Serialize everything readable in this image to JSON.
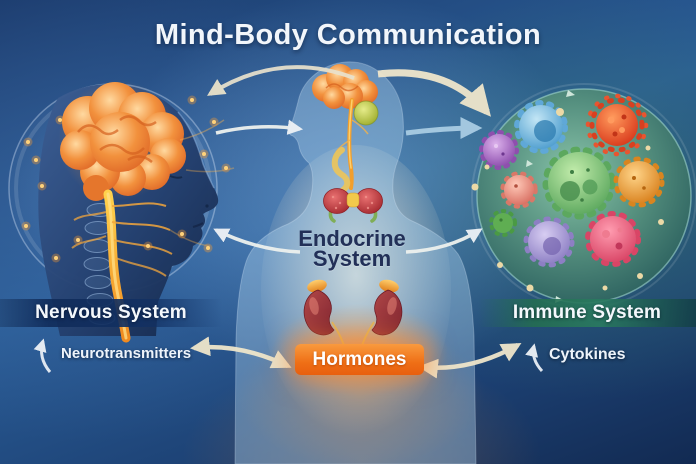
{
  "title": "Mind-Body Communication",
  "systems": {
    "nervous": {
      "label": "Nervous System",
      "messenger": "Neurotransmitters"
    },
    "endocrine": {
      "label_line1": "Endocrine",
      "label_line2": "System",
      "messenger": "Hormones"
    },
    "immune": {
      "label": "Immune System",
      "messenger": "Cytokines"
    }
  },
  "colors": {
    "background_top": "#1c3c6e",
    "background_mid": "#2a5d97",
    "nervous_band": "#12305e",
    "immune_band": "#2a7a60",
    "hormones_banner": "#ee7a1c",
    "brain_orange": "#f08a3c",
    "immune_circle_green": "#4a8a77",
    "arrow_cream": "#efe6cb",
    "arrow_blue": "#a9cce3",
    "title_text": "#f2f6fb",
    "endocrine_text": "#223058"
  },
  "icons": [
    "human-profile-brain-illustration",
    "spinal-cord-illustration",
    "endocrine-body-illustration",
    "thyroid-illustration",
    "kidneys-adrenals-illustration",
    "immune-cells-illustration",
    "bidirectional-arrows"
  ]
}
